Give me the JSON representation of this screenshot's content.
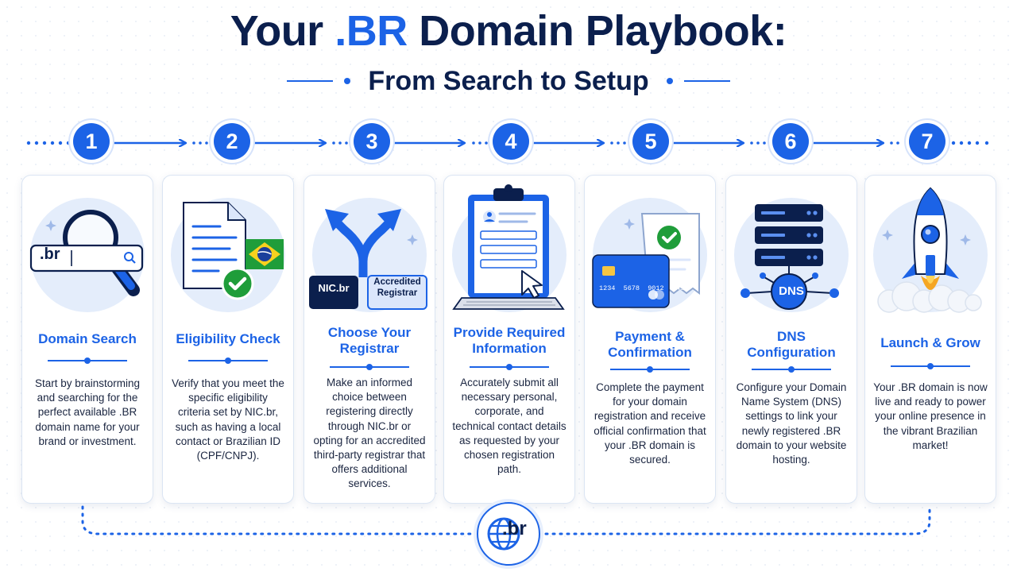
{
  "header": {
    "title_prefix": "Your ",
    "title_accent": ".BR",
    "title_suffix": " Domain Playbook:",
    "subtitle": "From Search to Setup"
  },
  "colors": {
    "accent": "#1c63e6",
    "navy": "#0b1f4d",
    "check_green": "#1f9d3a",
    "flame_orange": "#f5a623"
  },
  "steps": [
    {
      "number": "1",
      "title": "Domain Search",
      "icon": "magnifier-search-bar-icon",
      "search_text": ".br",
      "text": "Start by brainstorming and searching for the perfect available .BR domain name for your brand or investment."
    },
    {
      "number": "2",
      "title": "Eligibility Check",
      "icon": "document-brazil-flag-check-icon",
      "text": "Verify that you meet the specific eligibility criteria set by NIC.br, such as having a local contact or Brazilian ID (CPF/CNPJ)."
    },
    {
      "number": "3",
      "title": "Choose Your Registrar",
      "icon": "fork-arrows-icon",
      "option_a": "NIC.br",
      "option_b": "Accredited Registrar",
      "text": "Make an informed choice between registering directly through NIC.br or opting for an accredited third-party registrar that offers additional services."
    },
    {
      "number": "4",
      "title": "Provide Required Information",
      "icon": "clipboard-laptop-form-icon",
      "text": "Accurately submit all necessary personal, corporate, and technical contact details as requested by your chosen registration path."
    },
    {
      "number": "5",
      "title": "Payment & Confirmation",
      "icon": "credit-card-receipt-check-icon",
      "card_number": "1234  5678  9012  3456",
      "text": "Complete the payment for your domain registration and receive official confirmation that your .BR domain is secured."
    },
    {
      "number": "6",
      "title": "DNS Configuration",
      "icon": "server-stack-dns-icon",
      "dns_label": "DNS",
      "text": "Configure your Domain Name System (DNS) settings to link your newly registered .BR domain to your website hosting."
    },
    {
      "number": "7",
      "title": "Launch & Grow",
      "icon": "rocket-launch-icon",
      "text": "Your .BR domain is now live and ready to power your online presence in the vibrant Brazilian market!"
    }
  ],
  "footer": {
    "globe_label": ".br",
    "globe_icon": "globe-icon"
  }
}
